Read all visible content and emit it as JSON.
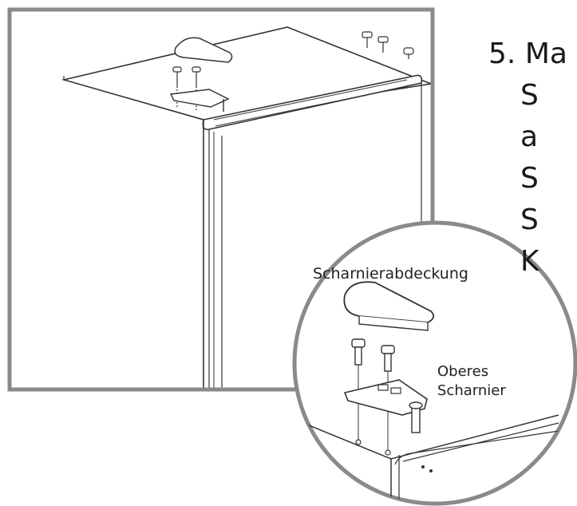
{
  "step": {
    "number": "5.",
    "lines": [
      "Ma",
      "S",
      "a",
      "S",
      "S",
      "K"
    ]
  },
  "callouts": {
    "hinge_cover": "Scharnierabdeckung",
    "upper_hinge_line1": "Oberes",
    "upper_hinge_line2": "Scharnier"
  },
  "colors": {
    "frame": "#8a8a8a",
    "line": "#333333",
    "fill": "#ffffff"
  }
}
